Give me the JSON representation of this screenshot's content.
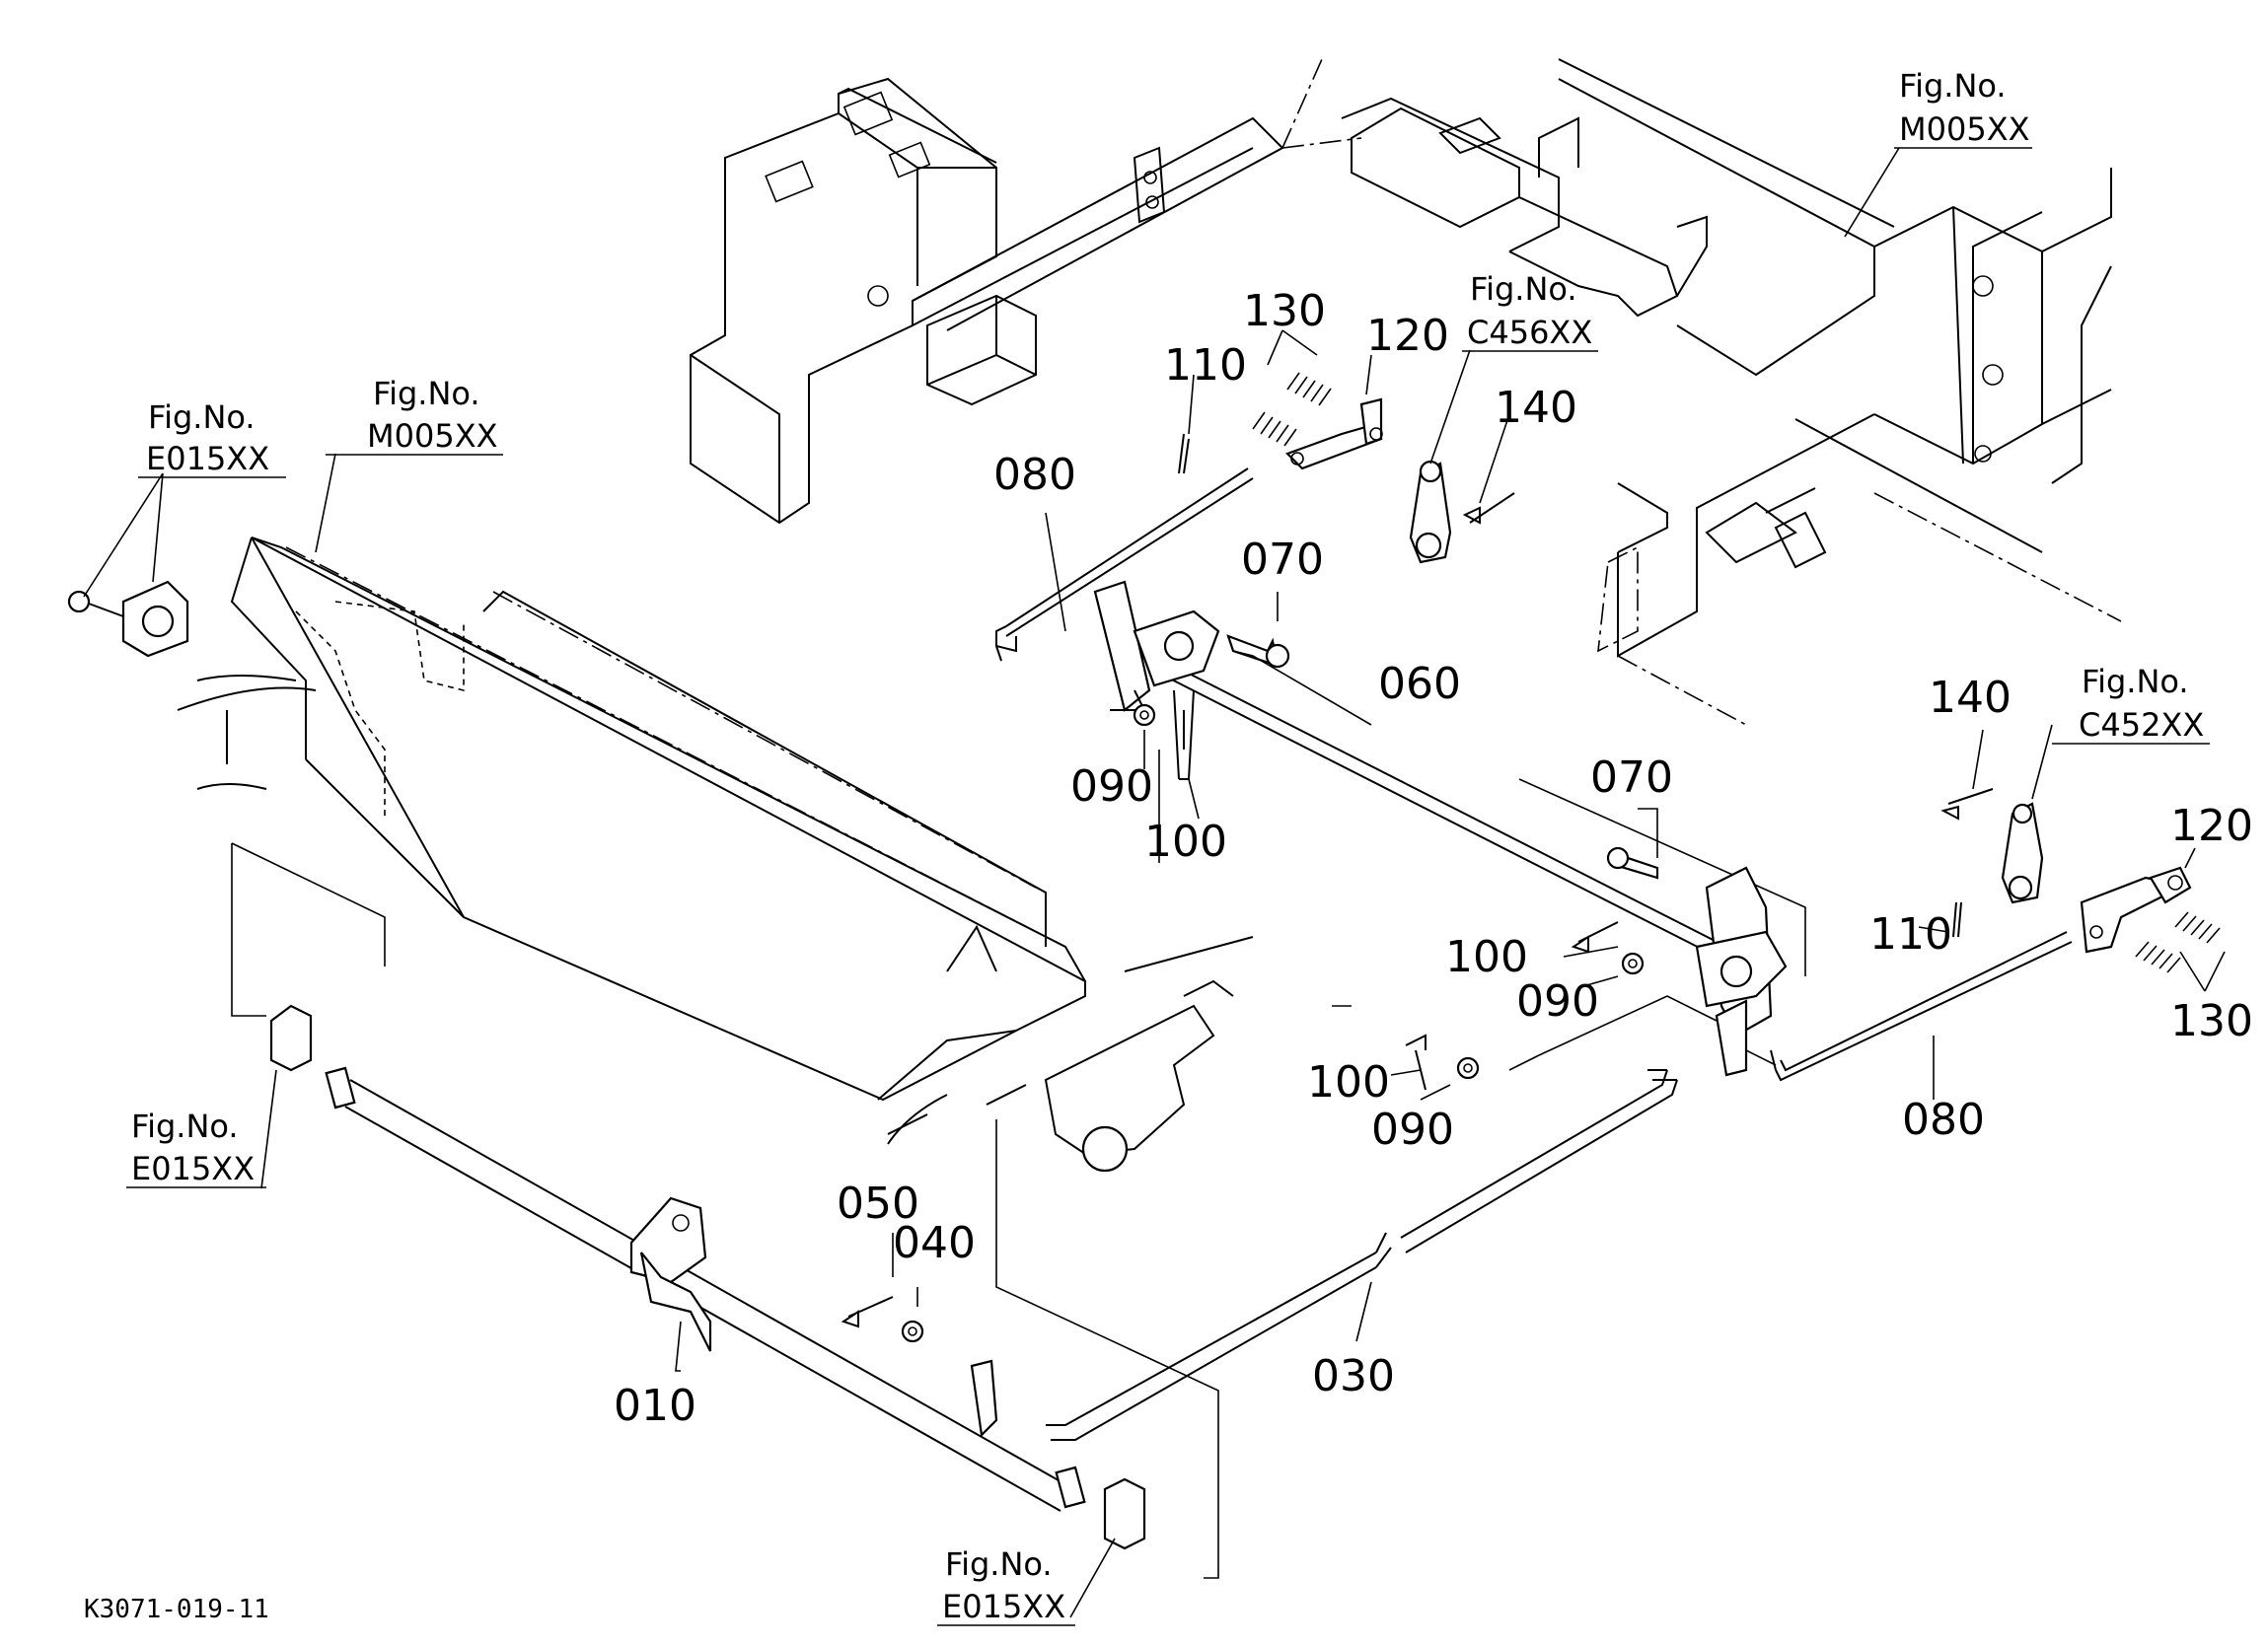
{
  "drawing_id": "K3071-019-11",
  "fig_refs": {
    "prefix": "Fig.No.",
    "M005XX_top": "M005XX",
    "M005XX_left": "M005XX",
    "E015XX_topleft": "E015XX",
    "E015XX_left": "E015XX",
    "E015XX_bottom": "E015XX",
    "C456XX": "C456XX",
    "C452XX": "C452XX"
  },
  "callouts": {
    "p010": "010",
    "p030": "030",
    "p040": "040",
    "p050": "050",
    "p060": "060",
    "p070_a": "070",
    "p070_b": "070",
    "p080_a": "080",
    "p080_b": "080",
    "p090_a": "090",
    "p090_b": "090",
    "p090_c": "090",
    "p100_a": "100",
    "p100_b": "100",
    "p100_c": "100",
    "p110_a": "110",
    "p110_b": "110",
    "p120_a": "120",
    "p120_b": "120",
    "p130_a": "130",
    "p130_b": "130",
    "p140_a": "140",
    "p140_b": "140"
  }
}
